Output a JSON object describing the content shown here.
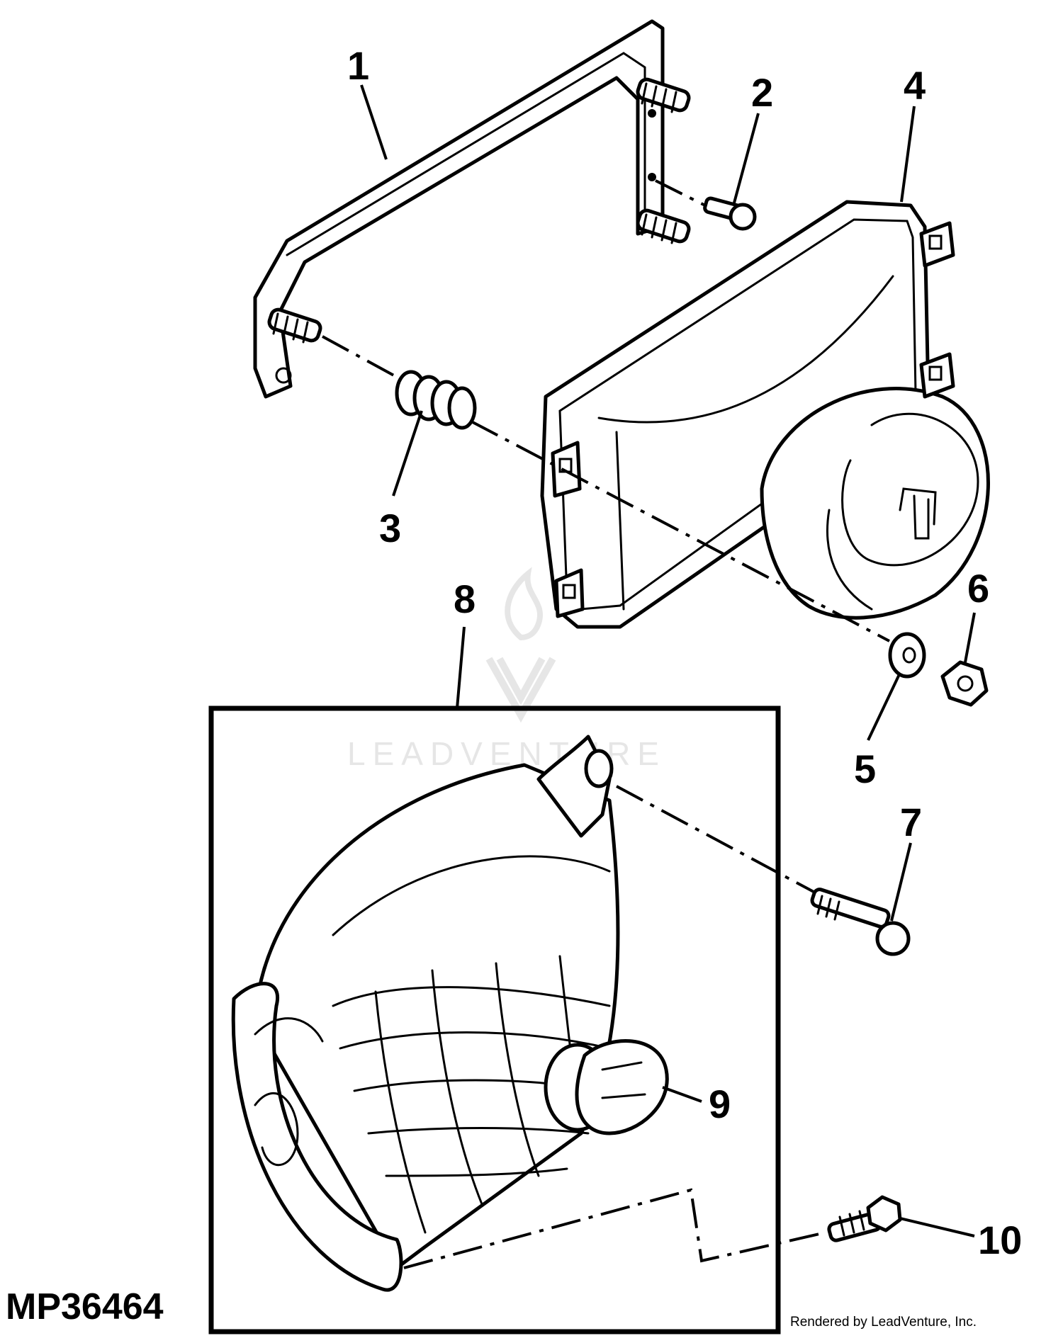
{
  "diagram": {
    "figure_id": "MP36464",
    "credit": "Rendered by LeadVenture, Inc.",
    "watermark": "LEADVENTURE",
    "colors": {
      "ink": "#000000",
      "paper": "#ffffff",
      "watermark": "#e6e6e6"
    },
    "callouts": [
      "1",
      "2",
      "3",
      "4",
      "5",
      "6",
      "7",
      "8",
      "9",
      "10"
    ]
  }
}
